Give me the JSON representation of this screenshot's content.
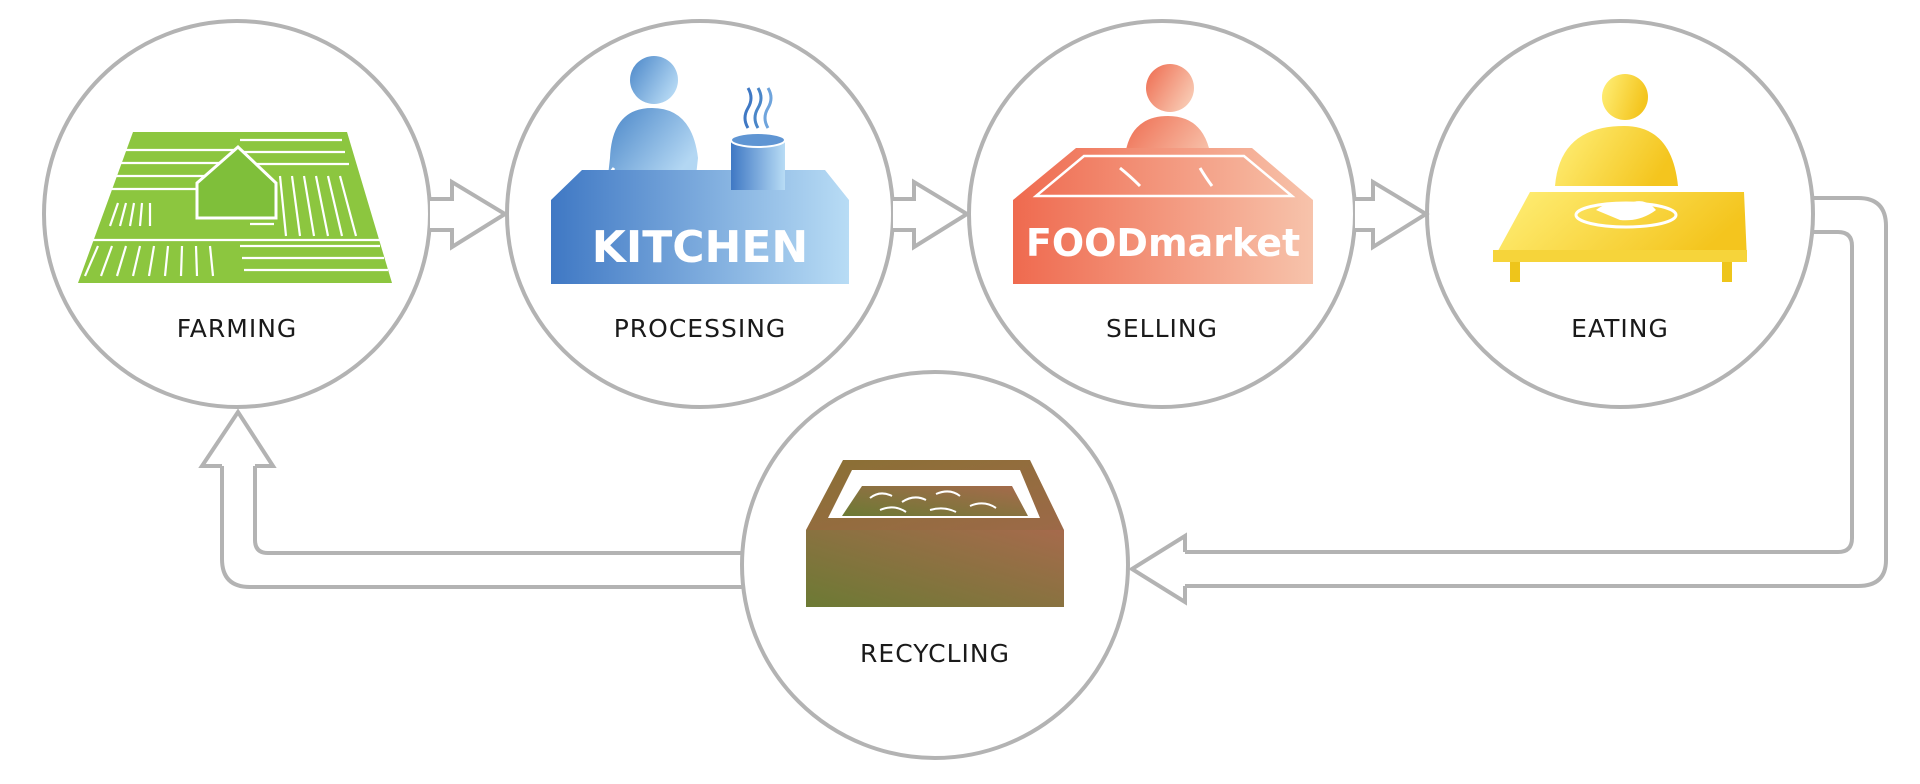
{
  "stages": [
    {
      "id": "farming",
      "label": "FARMING",
      "color": "#8cc63f"
    },
    {
      "id": "processing",
      "label": "PROCESSING",
      "color": "#4a86c8",
      "sign": "KITCHEN"
    },
    {
      "id": "selling",
      "label": "SELLING",
      "color": "#ef6a4f",
      "sign": "FOODmarket"
    },
    {
      "id": "eating",
      "label": "EATING",
      "color": "#f7d22c"
    },
    {
      "id": "recycling",
      "label": "RECYCLING",
      "color": "#7a7a3a"
    }
  ],
  "colors": {
    "outline": "#b3b3b3",
    "farm_green": "#8cc63f",
    "kitchen_blue_dark": "#3f78c4",
    "kitchen_blue_light": "#b8dcf5",
    "market_red": "#ef6a4f",
    "market_light": "#f7c3ab",
    "eating_yellow": "#f7d22c",
    "compost_olive": "#6e7a36",
    "compost_brown": "#a26a4a"
  }
}
